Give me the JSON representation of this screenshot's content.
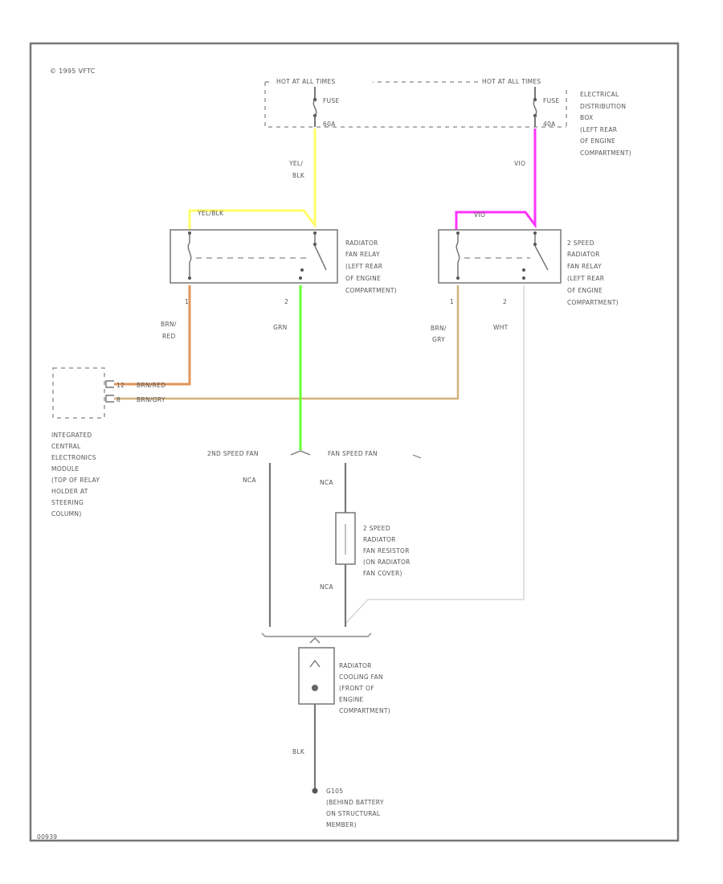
{
  "copyright": "© 1995 VFTC",
  "image_code": "00939",
  "fuse_box": {
    "left_hot_label": "HOT AT ALL TIMES",
    "right_hot_label": "HOT AT ALL TIMES",
    "left_fuse_label": "FUSE",
    "left_fuse_rating": "60A",
    "right_fuse_label": "FUSE",
    "right_fuse_rating": "40A",
    "location": [
      "ELECTRICAL",
      "DISTRIBUTION",
      "BOX",
      "(LEFT REAR",
      "OF ENGINE",
      "COMPARTMENT)"
    ]
  },
  "wires": {
    "yel_blk": [
      "YEL/",
      "BLK"
    ],
    "vio": "VIO",
    "yel_blk_relay": "YEL/BLK",
    "vio_relay": "VIO",
    "brn_red": [
      "BRN/",
      "RED"
    ],
    "grn": "GRN",
    "brn_gry": [
      "BRN/",
      "GRY"
    ],
    "wht": "WHT",
    "brn_red_module": "BRN/RED",
    "brn_gry_module": "BRN/GRY",
    "nca_left": "NCA",
    "nca_mid": "NCA",
    "nca_lower": "NCA",
    "blk": "BLK"
  },
  "relay1": {
    "label": [
      "RADIATOR",
      "FAN RELAY",
      "(LEFT REAR",
      "OF ENGINE",
      "COMPARTMENT)"
    ],
    "pin1": "1",
    "pin2": "2"
  },
  "relay2": {
    "label": [
      "2 SPEED",
      "RADIATOR",
      "FAN RELAY",
      "(LEFT REAR",
      "OF ENGINE",
      "COMPARTMENT)"
    ],
    "pin1": "1",
    "pin2": "2"
  },
  "module": {
    "label": [
      "INTEGRATED",
      "CENTRAL",
      "ELECTRONICS",
      "MODULE",
      "(TOP OF RELAY",
      "HOLDER AT",
      "STEERING",
      "COLUMN)"
    ],
    "pin_a": "12",
    "pin_b": "8"
  },
  "speeds": {
    "second": "2ND SPEED FAN",
    "first": "FAN SPEED FAN"
  },
  "resistor": {
    "label": [
      "2 SPEED",
      "RADIATOR",
      "FAN RESISTOR",
      "(ON RADIATOR",
      "FAN COVER)"
    ]
  },
  "fan": {
    "label": [
      "RADIATOR",
      "COOLING FAN",
      "(FRONT OF",
      "ENGINE",
      "COMPARTMENT)"
    ]
  },
  "ground": {
    "label": [
      "G105",
      "(BEHIND BATTERY",
      "ON STRUCTURAL",
      "MEMBER)"
    ]
  },
  "colors": {
    "yellow": "#ffff66",
    "magenta": "#ff33ff",
    "green": "#66ff33",
    "orange": "#e0955a",
    "tan": "#d4b27e",
    "light_gray": "#d8d8d8",
    "line": "#777777"
  }
}
